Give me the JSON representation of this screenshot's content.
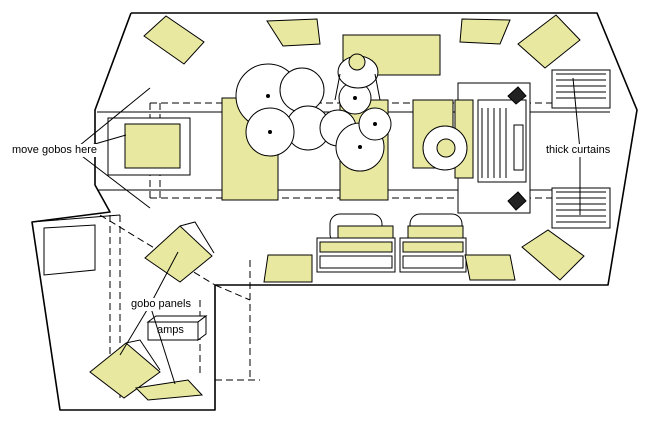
{
  "labels": {
    "move_gobos": "move gobos here",
    "gobo_panels": "gobo panels",
    "amps": "amps",
    "thick_curtains": "thick curtains"
  },
  "colors": {
    "panel_fill": "#e8e8a0",
    "panel_dark": "#b8b878",
    "line": "#000000",
    "background": "#ffffff"
  }
}
